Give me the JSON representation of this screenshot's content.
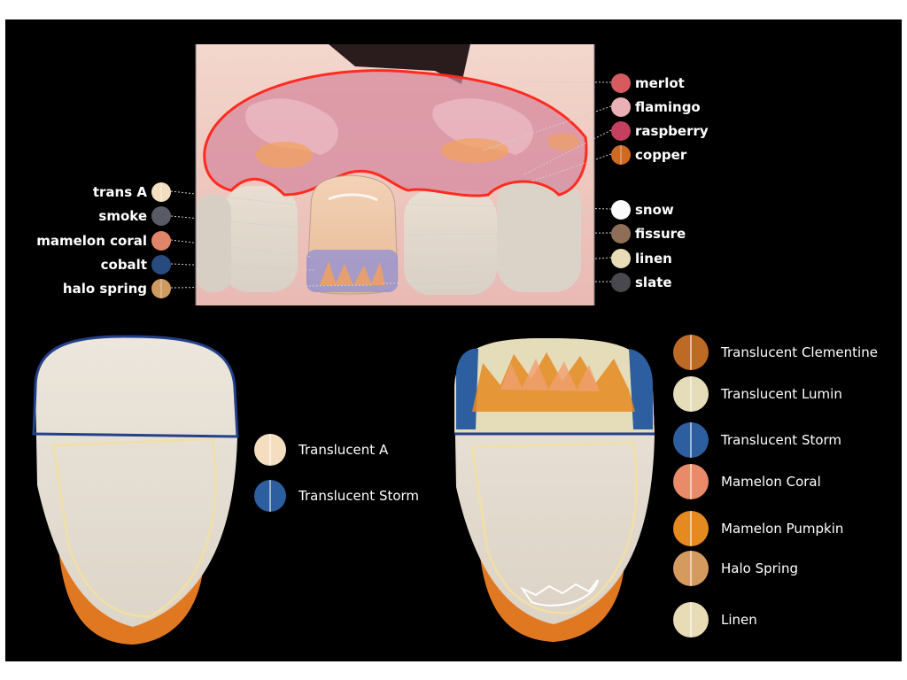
{
  "top": {
    "left_callouts": [
      {
        "label": "trans A",
        "color": "#f3dfc0"
      },
      {
        "label": "smoke",
        "color": "#5a5a66"
      },
      {
        "label": "mamelon coral",
        "color": "#e0856a"
      },
      {
        "label": "cobalt",
        "color": "#274b7e"
      },
      {
        "label": "halo spring",
        "color": "#cf9a5f"
      }
    ],
    "right_callouts": [
      {
        "label": "merlot",
        "color": "#d65a5e"
      },
      {
        "label": "flamingo",
        "color": "#e9b1b6"
      },
      {
        "label": "raspberry",
        "color": "#c4405e"
      },
      {
        "label": "copper",
        "color": "#d06a22"
      },
      {
        "label": "snow",
        "color": "#fafafa"
      },
      {
        "label": "fissure",
        "color": "#8e6e56"
      },
      {
        "label": "linen",
        "color": "#e8dcb6"
      },
      {
        "label": "slate",
        "color": "#48484e"
      }
    ]
  },
  "left_legend": [
    {
      "label": "Translucent A",
      "color": "#f3dfc0"
    },
    {
      "label": "Translucent Storm",
      "color": "#2d5fa0"
    }
  ],
  "right_legend": [
    {
      "label": "Translucent Clementine",
      "color": "#bd6a24"
    },
    {
      "label": "Translucent Lumin",
      "color": "#e5dcba"
    },
    {
      "label": "Translucent Storm",
      "color": "#2d5fa0"
    },
    {
      "label": "Mamelon Coral",
      "color": "#e98a69"
    },
    {
      "label": "Mamelon Pumpkin",
      "color": "#e58a20"
    },
    {
      "label": "Halo Spring",
      "color": "#d59a5e"
    },
    {
      "label": "Linen",
      "color": "#e7dcb5"
    }
  ],
  "colors": {
    "background": "#000000",
    "gum_outline": "#ff2b1f",
    "enamel": "#e4ddd2",
    "incisal_orange": "#e07822",
    "storm_blue": "#24408a"
  }
}
